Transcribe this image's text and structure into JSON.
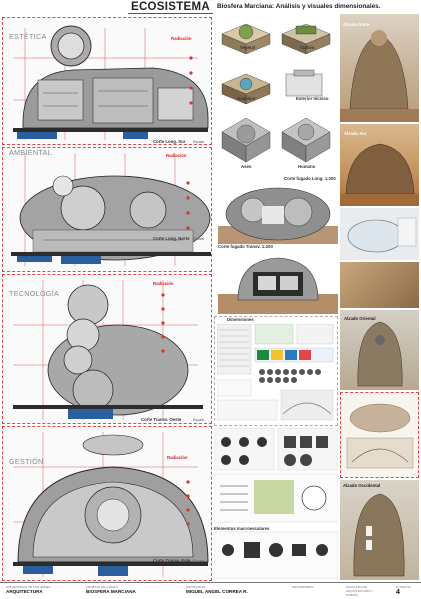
{
  "header": {
    "title": "ECOSISTEMA",
    "subtitle": "Biosfera Marciana: Análisis y visuales dimensionales."
  },
  "sections": [
    {
      "label": "ESTÉTICA",
      "caption": "Corte Long. Sur",
      "ref": "Escala",
      "tag": "Radiación"
    },
    {
      "label": "AMBIENTAL",
      "caption": "Corte Long. Norte",
      "ref": "Escala",
      "tag": "Radiación"
    },
    {
      "label": "TECNOLOGÍA",
      "caption": "Corte Transv. Oeste",
      "ref": "Escala",
      "tag": "Radiación"
    },
    {
      "label": "GESTIÓN",
      "caption": "Corte Transv. Este",
      "ref": "Escala",
      "tag": "Radiación"
    }
  ],
  "iso_labels": [
    "Vegetal",
    "Cultivo",
    "Acuático",
    "Exterior técnico",
    "Aseo",
    "Humano"
  ],
  "section_labels": {
    "long": "Corte fugado Long. 1:200",
    "trans": "Corte fugado Transv. 1:200",
    "dims": "Dimensiones",
    "macro": "Elementos macroescalares"
  },
  "photo_labels": [
    "Alzado Norte",
    "Alzado Sur",
    "Alzado Oriental",
    "Alzado Occidental"
  ],
  "footer": {
    "institution_t": "UNIVERSIDAD DE LOS ANDES",
    "institution_v": "ARQUITECTURA",
    "work_t": "TRABAJO DE GRADO",
    "work_v": "BIOSFERA MARCIANA",
    "author_t": "ESTUDIANTE",
    "author_v": "MIGUEL ANGEL CORREA R.",
    "advisor_t": "PROFESORES",
    "faculty_t": "FACULTAD DE ARQUITECTURA Y DISEÑO",
    "plate_t": "PLANCHA",
    "plate_v": "4"
  }
}
